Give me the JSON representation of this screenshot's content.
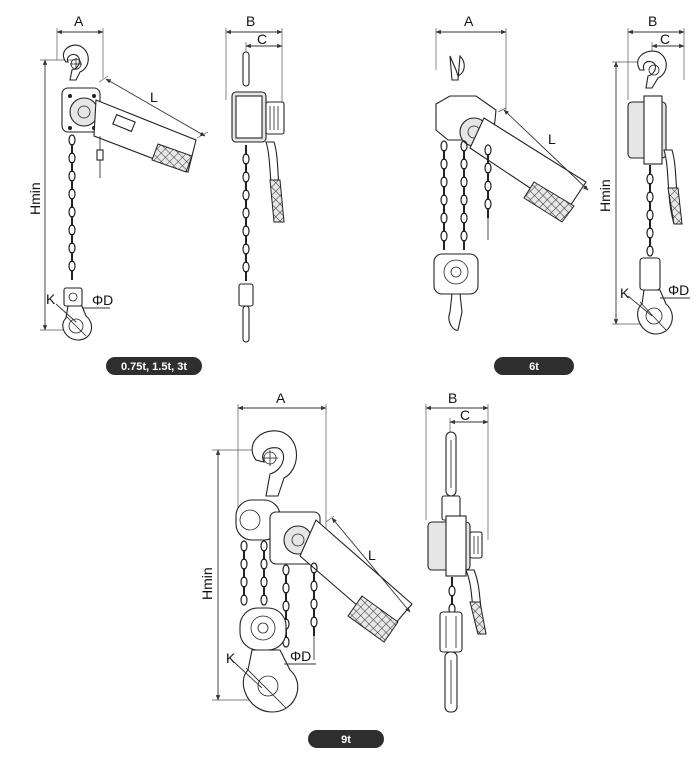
{
  "labels": {
    "A": "A",
    "B": "B",
    "C": "C",
    "L": "L",
    "Hmin": "Hmin",
    "K": "K",
    "D": "ΦD"
  },
  "badges": {
    "small": "0.75t, 1.5t, 3t",
    "mid": "6t",
    "large": "9t"
  },
  "colors": {
    "line": "#222222",
    "badge": "#2e2e2e",
    "badge_text": "#ffffff"
  }
}
